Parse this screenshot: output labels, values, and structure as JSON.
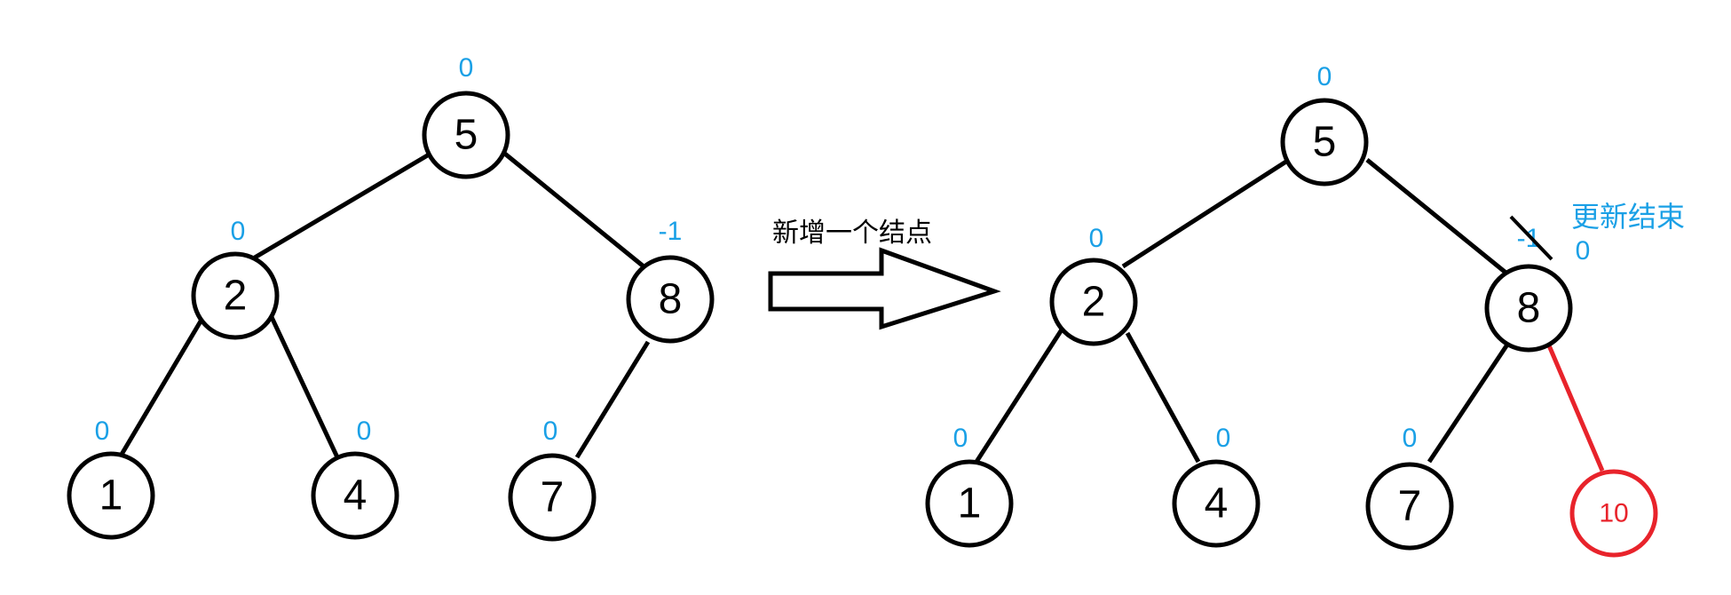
{
  "colors": {
    "balance_factor": "#1aa0e6",
    "new_node": "#e8232b",
    "default": "#000000"
  },
  "arrow_label": "新增一个结点",
  "update_note": "更新结束",
  "before_tree": {
    "nodes": [
      {
        "key": "5",
        "bf": "0"
      },
      {
        "key": "2",
        "bf": "0"
      },
      {
        "key": "8",
        "bf": "-1"
      },
      {
        "key": "1",
        "bf": "0"
      },
      {
        "key": "4",
        "bf": "0"
      },
      {
        "key": "7",
        "bf": "0"
      }
    ]
  },
  "after_tree": {
    "nodes": [
      {
        "key": "5",
        "bf": "0"
      },
      {
        "key": "2",
        "bf": "0"
      },
      {
        "key": "8",
        "bf_old": "-1",
        "bf": "0"
      },
      {
        "key": "1",
        "bf": "0"
      },
      {
        "key": "4",
        "bf": "0"
      },
      {
        "key": "7",
        "bf": "0"
      },
      {
        "key": "10",
        "is_new": true
      }
    ]
  }
}
